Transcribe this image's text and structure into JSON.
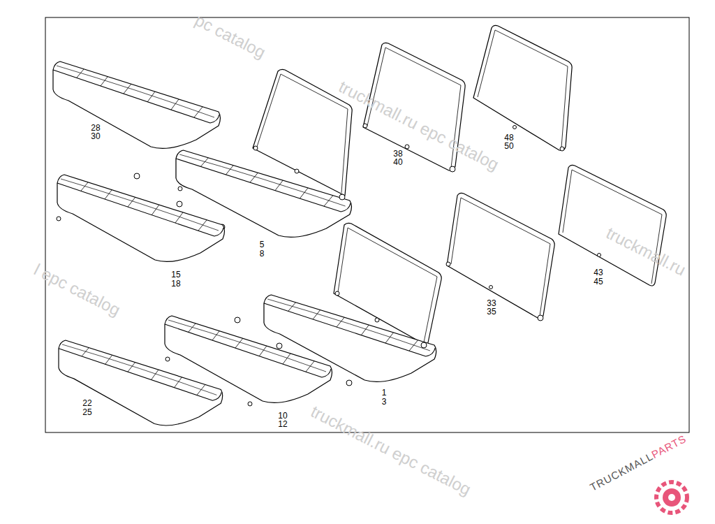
{
  "diagram": {
    "labels": [
      "28",
      "30",
      "5",
      "8",
      "38",
      "40",
      "48",
      "50",
      "15",
      "18",
      "43",
      "45",
      "33",
      "35",
      "1",
      "3",
      "22",
      "25",
      "10",
      "12",
      "pc catalog",
      "truckmall.ru epc catalog",
      "l epc catalog",
      "truckmall.ru",
      "truckmall.ru epc catalog",
      "TRUCKMALL",
      "PARTS"
    ]
  }
}
